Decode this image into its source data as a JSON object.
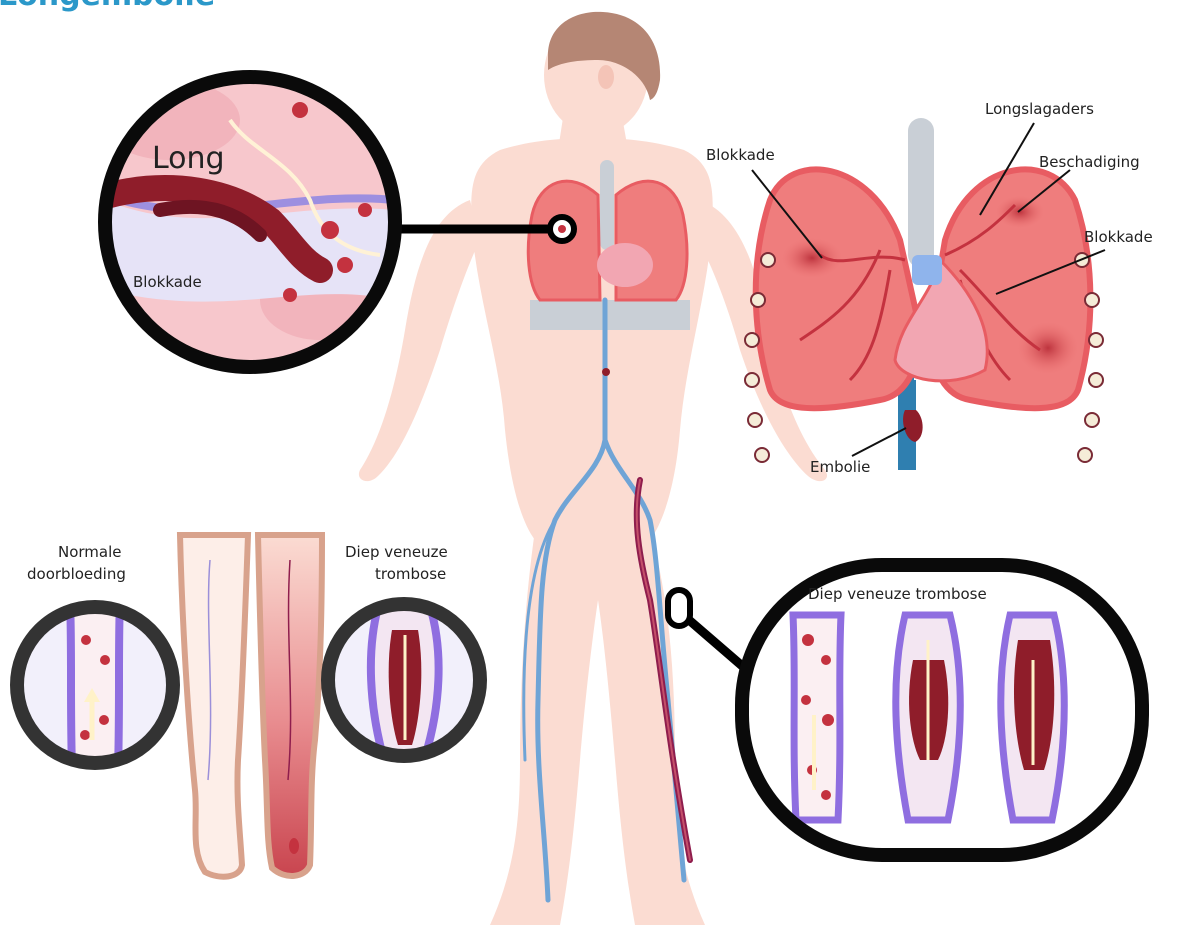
{
  "title": "Longembolie",
  "labels": {
    "lung_zoom": "Long",
    "lung_zoom_blockage": "Blokkade",
    "lungs_blockage_left": "Blokkade",
    "lungs_arteries": "Longslagaders",
    "lungs_damage": "Beschadiging",
    "lungs_blockage_right": "Blokkade",
    "lungs_embolism": "Embolie",
    "normal_flow_line1": "Normale",
    "normal_flow_line2": "doorbloeding",
    "dvt_line1": "Diep veneuze",
    "dvt_line2": "trombose",
    "dvt_zoom": "Diep veneuze trombose"
  },
  "colors": {
    "title": "#2b98c9",
    "skin": "#fbd9cf",
    "hair": "#b58674",
    "lung": "#ef7d7d",
    "artery": "#c4323f",
    "vein": "#6fa4d6",
    "clot": "#8f1d2a",
    "vessel_wall": "#8f6ee0",
    "ring": "#0a0a0a"
  }
}
